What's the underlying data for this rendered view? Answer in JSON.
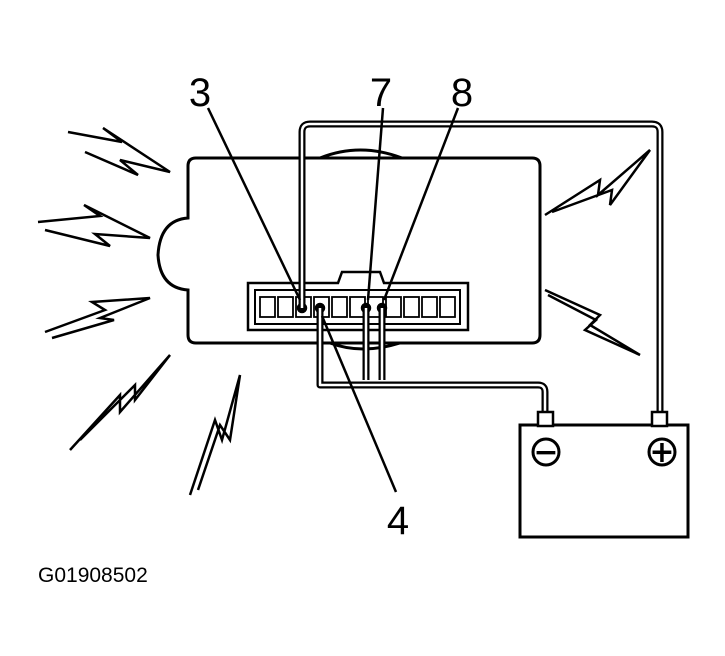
{
  "figure_code": "G01908502",
  "pin_labels": {
    "pin_3": "3",
    "pin_4": "4",
    "pin_7": "7",
    "pin_8": "8"
  },
  "battery": {
    "negative_symbol": "−",
    "positive_symbol": "+"
  },
  "colors": {
    "ink": "#000000",
    "background": "#ffffff"
  }
}
